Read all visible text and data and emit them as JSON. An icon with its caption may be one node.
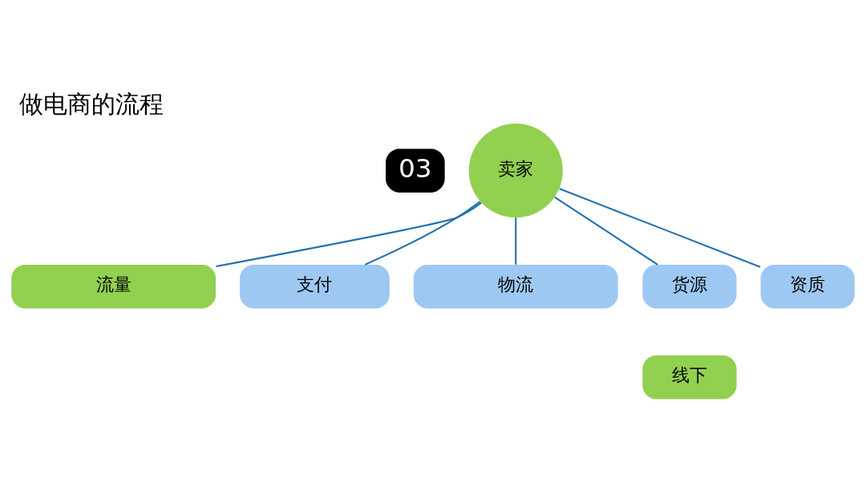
{
  "diagram": {
    "title": "做电商的流程",
    "nodes": [
      {
        "text": [
          "卖家"
        ]
      },
      {
        "text": [
          "流量"
        ]
      },
      {
        "text": [
          "支付"
        ]
      },
      {
        "text": [
          "物流"
        ]
      },
      {
        "text": [
          "货源"
        ]
      },
      {
        "text": [
          "资质"
        ]
      },
      {
        "text": [
          "线下"
        ]
      }
    ],
    "edges": [
      {
        "from": 0,
        "to": 1,
        "arrow": "none"
      },
      {
        "from": 0,
        "to": 2,
        "arrow": "none"
      },
      {
        "from": 0,
        "to": 3,
        "arrow": "none"
      },
      {
        "from": 0,
        "to": 4,
        "arrow": "none"
      },
      {
        "from": 0,
        "to": 5,
        "arrow": "none"
      }
    ],
    "labels": [
      "03"
    ]
  }
}
